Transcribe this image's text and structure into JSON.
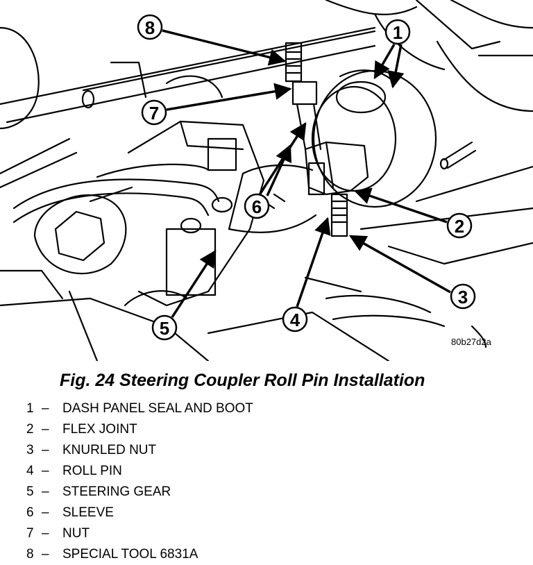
{
  "figure": {
    "code": "80b27d2a",
    "caption": "Fig. 24 Steering Coupler Roll Pin Installation"
  },
  "callouts": [
    "1",
    "2",
    "3",
    "4",
    "5",
    "6",
    "7",
    "8"
  ],
  "legend": [
    {
      "num": "1",
      "sep": "–",
      "label": "DASH PANEL SEAL AND BOOT"
    },
    {
      "num": "2",
      "sep": "–",
      "label": "FLEX JOINT"
    },
    {
      "num": "3",
      "sep": "–",
      "label": "KNURLED NUT"
    },
    {
      "num": "4",
      "sep": "–",
      "label": "ROLL PIN"
    },
    {
      "num": "5",
      "sep": "–",
      "label": "STEERING GEAR"
    },
    {
      "num": "6",
      "sep": "–",
      "label": "SLEEVE"
    },
    {
      "num": "7",
      "sep": "–",
      "label": "NUT"
    },
    {
      "num": "8",
      "sep": "–",
      "label": "SPECIAL TOOL 6831A"
    }
  ]
}
